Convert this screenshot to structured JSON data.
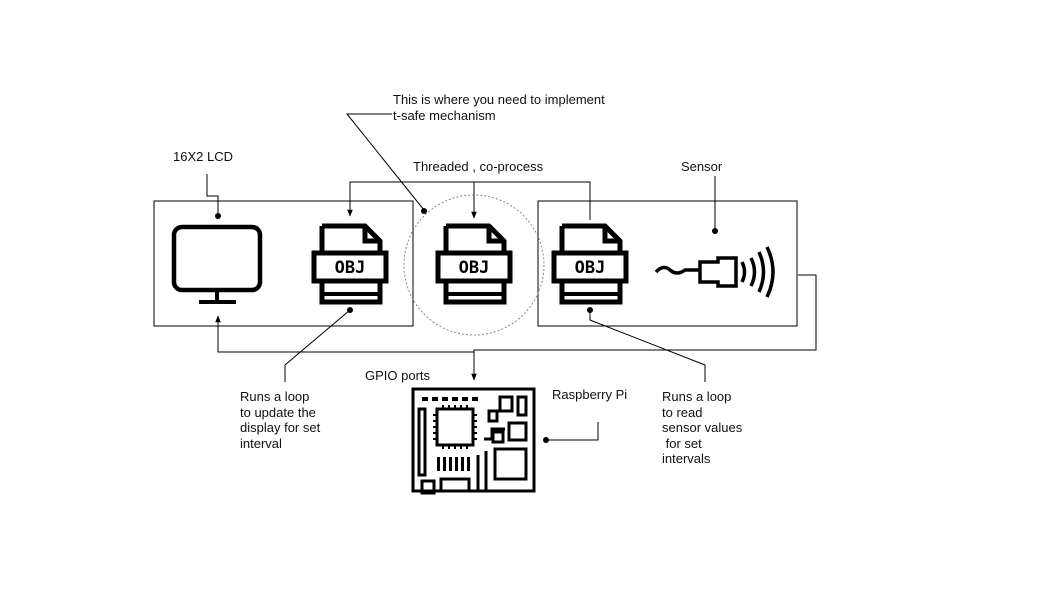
{
  "labels": {
    "note_line1": "This is where you need to implement",
    "note_line2": "t-safe mechanism",
    "threaded": "Threaded , co-process",
    "lcd": "16X2 LCD",
    "sensor": "Sensor",
    "gpio": "GPIO ports",
    "raspberry": "Raspberry Pi",
    "left_note": [
      "Runs a loop",
      "to update the",
      "display for set",
      "interval"
    ],
    "right_note": [
      "Runs a loop",
      "to read",
      "sensor values",
      " for set",
      "intervals"
    ]
  },
  "file_icon_text": "OBJ",
  "icons": [
    "monitor-icon",
    "obj-file-icon",
    "speaker-sensor-icon",
    "circuit-board-icon"
  ],
  "colors": {
    "stroke": "#000000",
    "background": "#ffffff",
    "circle": "#888888"
  }
}
